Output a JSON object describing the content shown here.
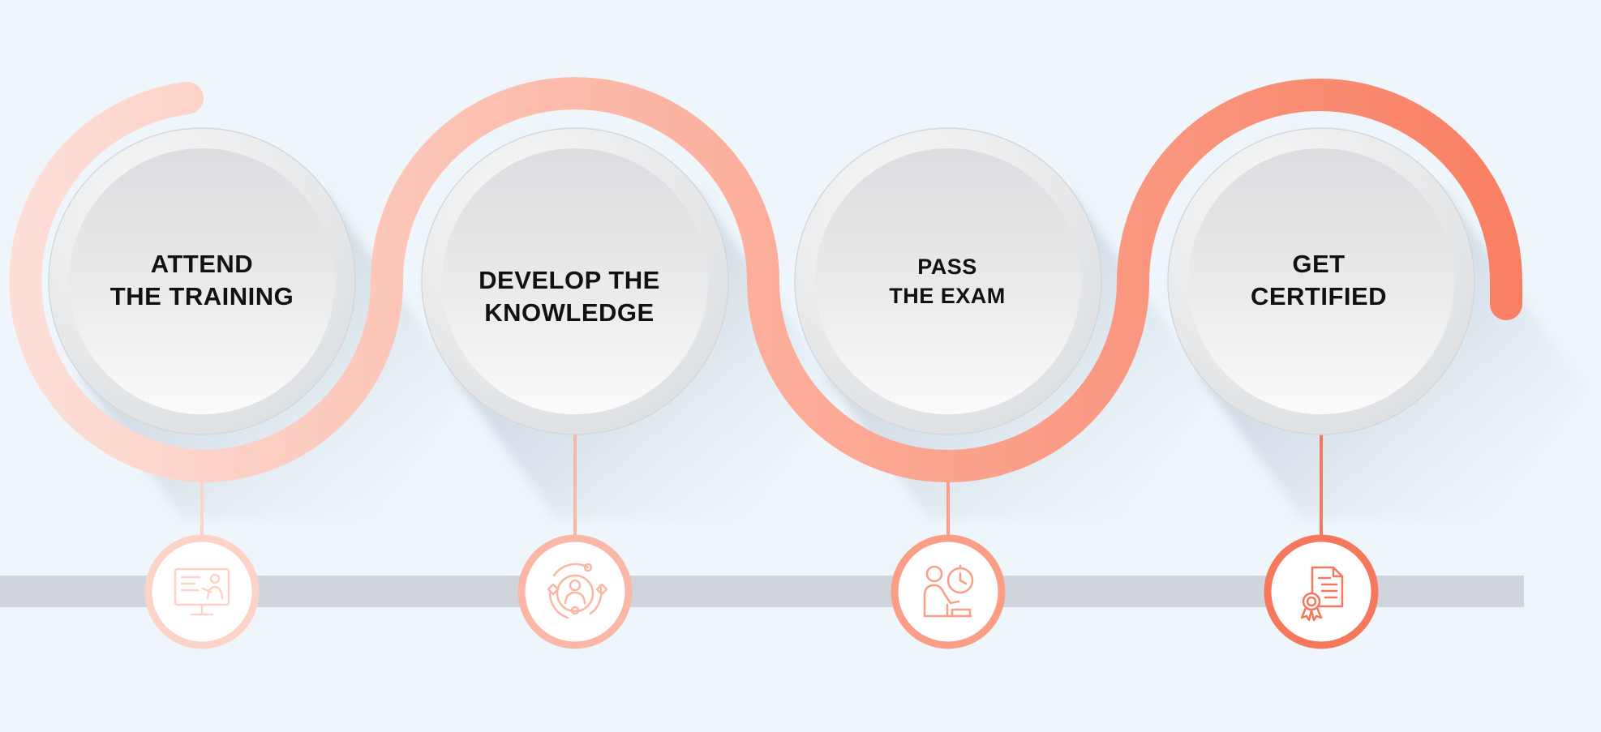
{
  "steps": [
    {
      "line1": "ATTEND",
      "line2": "THE TRAINING",
      "icon": "presentation-screen-icon",
      "color": "#fdd3c8"
    },
    {
      "line1": "DEVELOP THE",
      "line2": "KNOWLEDGE",
      "icon": "knowledge-cycle-icon",
      "color": "#fbb7a6"
    },
    {
      "line1": "PASS",
      "line2": "THE EXAM",
      "icon": "exam-timer-icon",
      "color": "#fc9e86"
    },
    {
      "line1": "GET",
      "line2": "CERTIFIED",
      "icon": "certificate-icon",
      "color": "#f6785c"
    }
  ],
  "colors": {
    "background": "#eef6fc",
    "path_start": "#fde0d9",
    "path_end": "#f97f63",
    "baseline": "#d0d4dc"
  }
}
